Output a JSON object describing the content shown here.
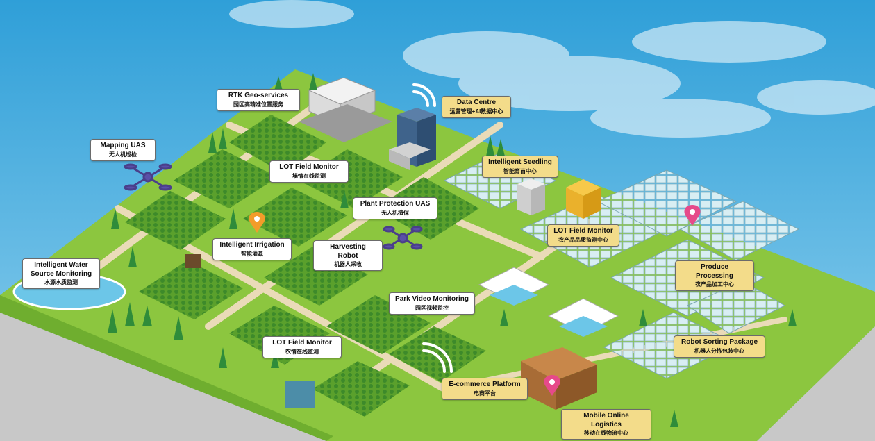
{
  "labels": {
    "rtk": {
      "en": "RTK Geo-services",
      "zh": "园区高精准位置服务",
      "style": "white"
    },
    "data_centre": {
      "en": "Data Centre",
      "zh": "运营管理+AI数据中心",
      "style": "yellow"
    },
    "mapping_uas": {
      "en": "Mapping UAS",
      "zh": "无人机巡检",
      "style": "white"
    },
    "lot_field_monitor_1": {
      "en": "LOT Field Monitor",
      "zh": "墒情在线监测",
      "style": "white"
    },
    "intelligent_seedling": {
      "en": "Intelligent Seedling",
      "zh": "智能育苗中心",
      "style": "yellow"
    },
    "plant_protection_uas": {
      "en": "Plant Protection UAS",
      "zh": "无人机植保",
      "style": "white"
    },
    "lot_field_monitor_2": {
      "en": "LOT Field Monitor",
      "zh": "农产品品质监测中心",
      "style": "yellow"
    },
    "intelligent_irrigation": {
      "en": "Intelligent Irrigation",
      "zh": "智能灌溉",
      "style": "white"
    },
    "harvesting_robot": {
      "en": "Harvesting Robot",
      "zh": "机器人采收",
      "style": "white"
    },
    "water_source": {
      "en": "Intelligent Water Source Monitoring",
      "zh": "水源水质监测",
      "style": "white"
    },
    "produce_processing": {
      "en": "Produce Processing",
      "zh": "农产品加工中心",
      "style": "yellow"
    },
    "park_video": {
      "en": "Park Video Monitoring",
      "zh": "园区视频监控",
      "style": "white"
    },
    "lot_field_monitor_3": {
      "en": "LOT Field Monitor",
      "zh": "农情在线监测",
      "style": "white"
    },
    "robot_sorting": {
      "en": "Robot Sorting  Package",
      "zh": "机器人分拣包装中心",
      "style": "yellow"
    },
    "ecommerce": {
      "en": "E-commerce Platform",
      "zh": "电商平台",
      "style": "yellow"
    },
    "mobile_logistics": {
      "en": "Mobile Online Logistics",
      "zh": "移动在线物流中心",
      "style": "yellow"
    }
  },
  "colors": {
    "sky_top": "#2f9fd8",
    "sky_bottom": "#8fd0ee",
    "grass": "#8cc63f",
    "grass_dark": "#5aa02c",
    "path": "#eadbb8",
    "water": "#6cc6e8",
    "label_yellow": "#f3dc8a",
    "pin_pink": "#e64a8a",
    "pin_orange": "#f39c2a"
  }
}
